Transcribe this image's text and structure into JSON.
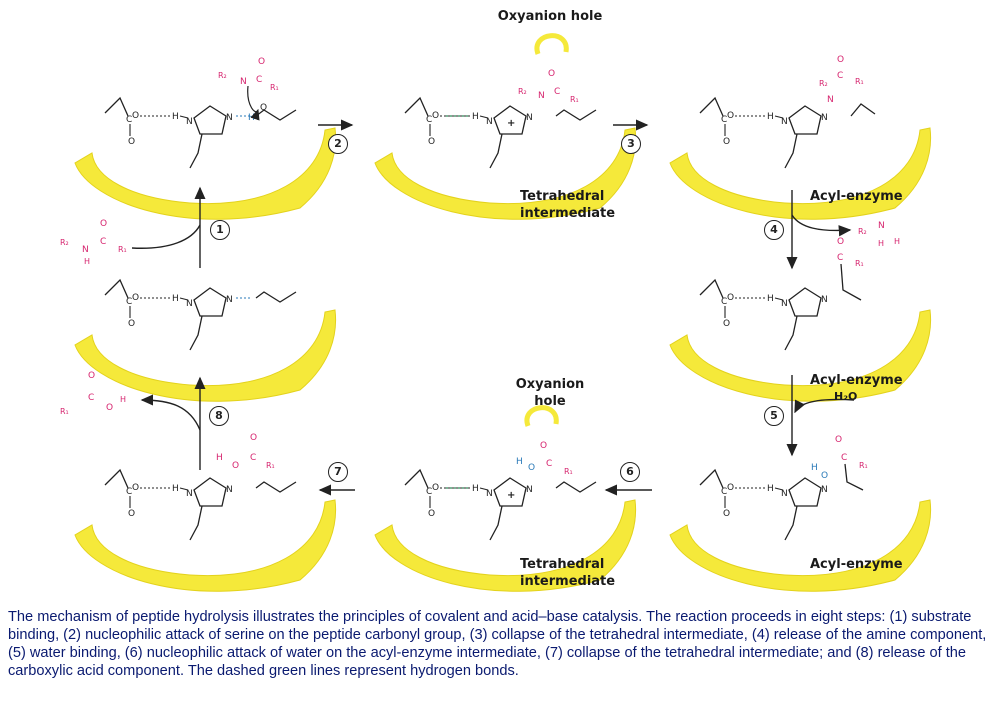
{
  "labels": {
    "oxyanion_hole_top": "Oxyanion hole",
    "oxyanion_hole_bottom_1": "Oxyanion",
    "oxyanion_hole_bottom_2": "hole",
    "tetrahedral_top_1": "Tetrahedral",
    "tetrahedral_top_2": "intermediate",
    "tetrahedral_bottom_1": "Tetrahedral",
    "tetrahedral_bottom_2": "intermediate",
    "acyl_enzyme_1": "Acyl-enzyme",
    "acyl_enzyme_2": "Acyl-enzyme",
    "acyl_enzyme_3": "Acyl-enzyme",
    "water": "H₂O"
  },
  "steps": [
    "1",
    "2",
    "3",
    "4",
    "5",
    "6",
    "7",
    "8"
  ],
  "caption": "The mechanism of peptide hydrolysis illustrates the principles of covalent and acid–base catalysis. The reaction proceeds in eight steps: (1) substrate binding, (2) nucleophilic attack of serine on the peptide carbonyl group, (3) collapse of the tetrahedral intermediate, (4) release of the amine component, (5) water binding, (6) nucleophilic attack of water on the acyl-enzyme intermediate, (7) collapse of the tetrahedral intermediate; and (8) release of the carboxylic acid component. The dashed green lines represent hydrogen bonds.",
  "colors": {
    "enzyme": "#f5e93a",
    "substrate": "#d6246e",
    "hbond": "#2e8b57",
    "water": "#2a7ab8",
    "caption": "#0a1a70"
  }
}
